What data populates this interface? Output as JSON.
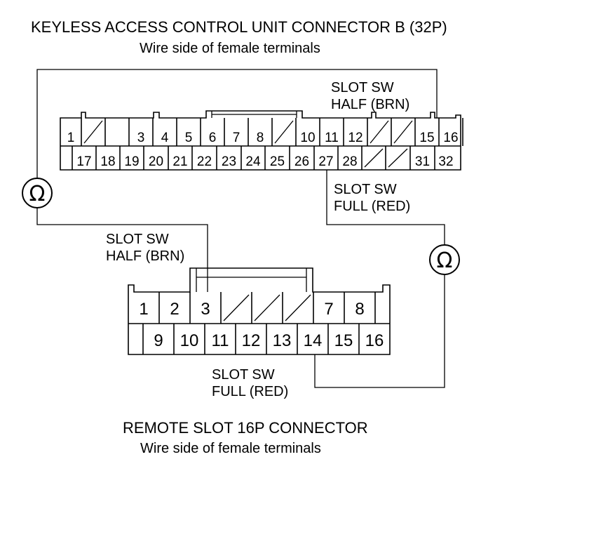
{
  "connector_b": {
    "title": "KEYLESS ACCESS CONTROL UNIT CONNECTOR B (32P)",
    "subtitle": "Wire side of female terminals",
    "row1": [
      "1",
      "",
      "",
      "3",
      "4",
      "5",
      "6",
      "7",
      "8",
      "",
      "10",
      "11",
      "12",
      "",
      "",
      "15",
      "16",
      ""
    ],
    "row1_blank": [
      false,
      true,
      false,
      false,
      false,
      false,
      false,
      false,
      false,
      true,
      false,
      false,
      false,
      true,
      true,
      false,
      false,
      false
    ],
    "row2": [
      "",
      "17",
      "18",
      "19",
      "20",
      "21",
      "22",
      "23",
      "24",
      "25",
      "26",
      "27",
      "28",
      "",
      "",
      "31",
      "32"
    ],
    "row2_blank": [
      false,
      false,
      false,
      false,
      false,
      false,
      false,
      false,
      false,
      false,
      false,
      false,
      false,
      true,
      true,
      false,
      false
    ],
    "label_half": [
      "SLOT SW",
      "HALF (BRN)"
    ],
    "label_full": [
      "SLOT SW",
      "FULL (RED)"
    ]
  },
  "remote": {
    "title": "REMOTE SLOT 16P CONNECTOR",
    "subtitle": "Wire side of female terminals",
    "row1": [
      "1",
      "2",
      "3",
      "",
      "",
      "",
      "7",
      "8",
      ""
    ],
    "row1_blank": [
      false,
      false,
      false,
      true,
      true,
      true,
      false,
      false,
      false
    ],
    "row2": [
      "",
      "9",
      "10",
      "11",
      "12",
      "13",
      "14",
      "15",
      "16"
    ],
    "row2_blank": [
      false,
      false,
      false,
      false,
      false,
      false,
      false,
      false,
      false
    ],
    "label_half": [
      "SLOT SW",
      "HALF (BRN)"
    ],
    "label_full": [
      "SLOT SW",
      "FULL (RED)"
    ]
  },
  "meters": {
    "ohm_symbol": "Ω"
  }
}
